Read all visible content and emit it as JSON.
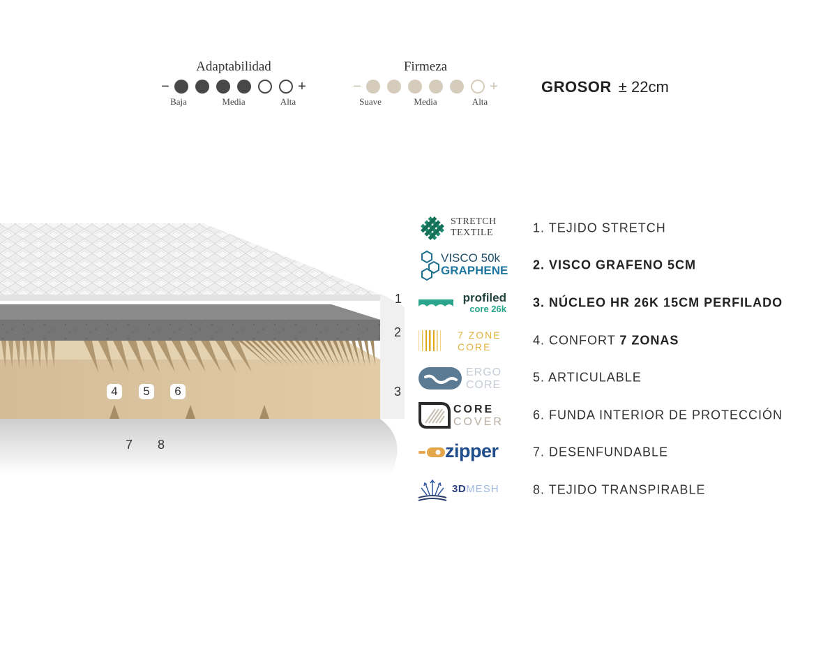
{
  "scales": {
    "adaptabilidad": {
      "title": "Adaptabilidad",
      "minus": "−",
      "plus": "+",
      "level": 4,
      "max": 6,
      "labels": [
        "Baja",
        "Media",
        "Alta"
      ],
      "color": "#484848"
    },
    "firmeza": {
      "title": "Firmeza",
      "minus": "−",
      "plus": "+",
      "level": 5,
      "max": 6,
      "labels": [
        "Suave",
        "Media",
        "Alta"
      ],
      "color": "#d6ccbb"
    }
  },
  "grosor": {
    "label": "GROSOR",
    "value": "± 22cm"
  },
  "mattress": {
    "layer_numbers": [
      "1",
      "2",
      "3"
    ],
    "badges": [
      "4",
      "5",
      "6"
    ],
    "below_numbers": [
      "7",
      "8"
    ],
    "colors": {
      "top": "#ececec",
      "visco": "#747474",
      "core": "#d8c2a0"
    }
  },
  "features": [
    {
      "logo": "stretch-textile-logo",
      "logo_text": [
        "STRETCH",
        "TEXTILE"
      ],
      "number": "1.",
      "text": "TEJIDO STRETCH",
      "emphasis": "",
      "bold": false
    },
    {
      "logo": "visco-graphene-logo",
      "logo_text": [
        "VISCO 50k",
        "GRAPHENE"
      ],
      "number": "2.",
      "text": "VISCO GRAFENO 5CM",
      "emphasis": "",
      "bold": true
    },
    {
      "logo": "profiled-core-logo",
      "logo_text": [
        "profiled",
        "core 26k"
      ],
      "number": "3.",
      "text": "NÚCLEO HR 26K 15CM PERFILADO",
      "emphasis": "",
      "bold": true
    },
    {
      "logo": "zone-core-logo",
      "logo_text": [
        "7 ZONE",
        "CORE"
      ],
      "number": "4.",
      "text": "CONFORT",
      "emphasis": "7 ZONAS",
      "bold": false
    },
    {
      "logo": "ergo-core-logo",
      "logo_text": [
        "ERGO",
        "CORE"
      ],
      "number": "5.",
      "text": "ARTICULABLE",
      "emphasis": "",
      "bold": false
    },
    {
      "logo": "core-cover-logo",
      "logo_text": [
        "CORE",
        "COVER"
      ],
      "number": "6.",
      "text": "FUNDA INTERIOR DE PROTECCIÓN",
      "emphasis": "",
      "bold": false
    },
    {
      "logo": "zipper-logo",
      "logo_text": [
        "zipper"
      ],
      "number": "7.",
      "text": "DESENFUNDABLE",
      "emphasis": "",
      "bold": false
    },
    {
      "logo": "3dmesh-logo",
      "logo_text": [
        "3D",
        "MESH"
      ],
      "number": "8.",
      "text": "TEJIDO TRANSPIRABLE",
      "emphasis": "",
      "bold": false
    }
  ]
}
